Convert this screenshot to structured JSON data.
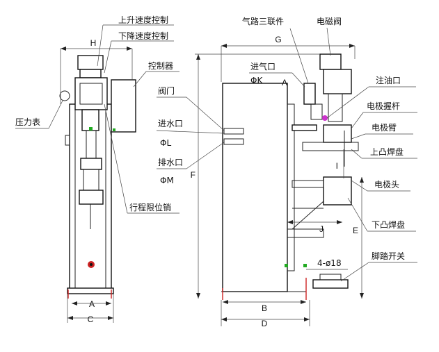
{
  "labels": {
    "up_speed": "上升速度控制",
    "down_speed": "下降速度控制",
    "controller": "控制器",
    "pressure_gauge": "压力表",
    "valve": "阀门",
    "water_inlet": "进水口",
    "water_inlet_dia": "ΦL",
    "water_outlet": "排水口",
    "water_outlet_dia": "ΦM",
    "travel_limit_pin": "行程限位销",
    "air_triple": "气路三联件",
    "solenoid_valve": "电磁阀",
    "air_inlet": "进气口",
    "air_inlet_dia": "ΦK",
    "oil_port": "注油口",
    "electrode_rod": "电极握杆",
    "electrode_arm": "电极臂",
    "upper_plate": "上凸焊盘",
    "electrode_head": "电极头",
    "lower_plate": "下凸焊盘",
    "foot_switch": "脚踏开关",
    "holes": "4-ø18"
  },
  "dimensions": {
    "H": "H",
    "A": "A",
    "C": "C",
    "G": "G",
    "F": "F",
    "E": "E",
    "I": "I",
    "J": "J",
    "B": "B",
    "D": "D",
    "A2": "A"
  },
  "colors": {
    "line": "#222222",
    "accent_red": "#cc2222",
    "magenta": "#cc33cc",
    "green": "#22aa22"
  }
}
